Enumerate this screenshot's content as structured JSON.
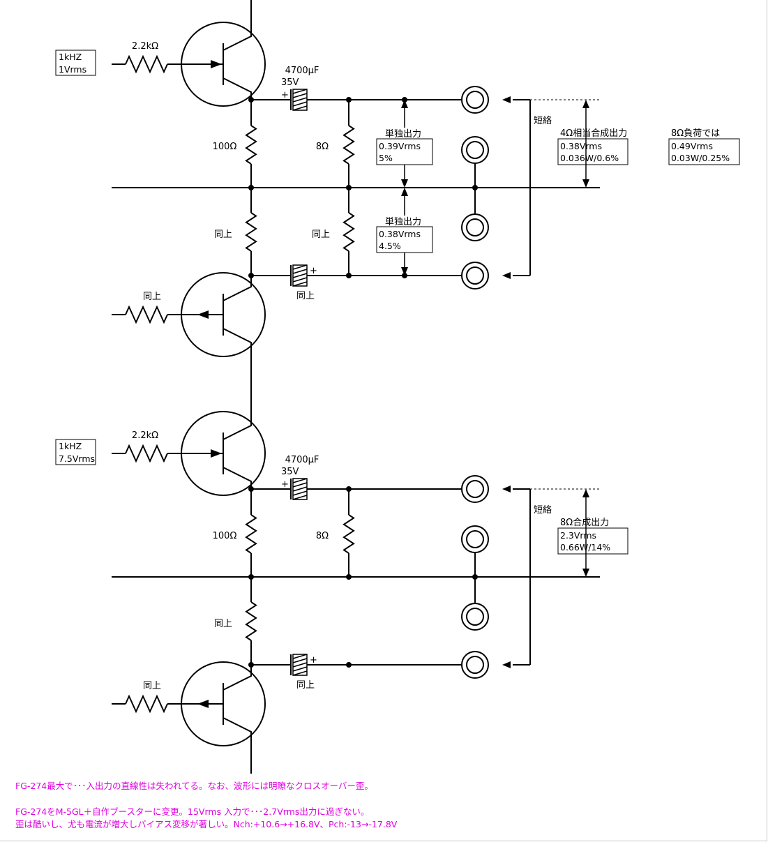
{
  "circuit1": {
    "input_freq": "1kHZ",
    "input_level": "1Vrms",
    "r_in": "2.2kΩ",
    "cap_value": "4700μF",
    "cap_voltage": "35V",
    "cap_plus": "+",
    "r_emitter": "100Ω",
    "r_load": "8Ω",
    "same_label": "同上",
    "short_label": "短絡",
    "single_out_title": "単独出力",
    "single_out_upper": [
      "0.39Vrms",
      "5%"
    ],
    "single_out_lower": [
      "0.38Vrms",
      "4.5%"
    ],
    "combined_title": "4Ω相当合成出力",
    "combined": [
      "0.38Vrms",
      "0.036W/0.6%"
    ],
    "load8_title": "8Ω負荷では",
    "load8": [
      "0.49Vrms",
      "0.03W/0.25%"
    ]
  },
  "circuit2": {
    "input_freq": "1kHZ",
    "input_level": "7.5Vrms",
    "r_in": "2.2kΩ",
    "cap_value": "4700μF",
    "cap_voltage": "35V",
    "cap_plus": "+",
    "r_emitter": "100Ω",
    "r_load": "8Ω",
    "same_label": "同上",
    "short_label": "短絡",
    "combined_title": "8Ω合成出力",
    "combined": [
      "2.3Vrms",
      "0.66W/14%"
    ]
  },
  "notes": [
    "FG-274最大で･･･入出力の直線性は失われてる。なお、波形には明瞭なクロスオーバー歪。",
    "FG-274をM-5GL＋自作ブースターに変更。15Vrms 入力で･･･2.7Vrms出力に過ぎない。",
    "歪は酷いし、尤も電流が増大しバイアス変移が著しい。Nch:+10.6→+16.8V、Pch:-13→-17.8V"
  ],
  "colors": {
    "ink": "#000000",
    "note": "#e000e0",
    "frame": "#c8c8c8"
  }
}
